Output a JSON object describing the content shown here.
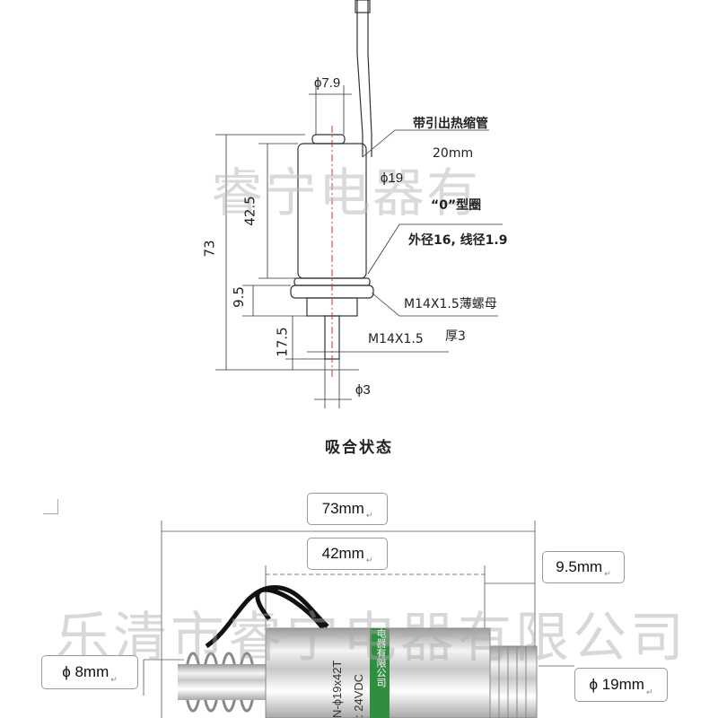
{
  "top_drawing": {
    "dims": {
      "d_79": "ϕ7.9",
      "d_19": "ϕ19",
      "len_425": "42.5",
      "len_73": "73",
      "len_95": "9.5",
      "len_175": "17.5",
      "thread": "M14X1.5",
      "d_3": "ϕ3"
    },
    "callouts": {
      "lead": "带引出热缩管",
      "lead_len": "20mm",
      "oring": "“0”型圈",
      "oring_size": "外径16, 线径1.9",
      "nut": "M14X1.5薄螺母",
      "nut_thickness": "厚3"
    },
    "watermark": "睿宁电器有",
    "caption": "吸合状态"
  },
  "photo": {
    "labels": {
      "total_length": "73mm",
      "body_length": "42mm",
      "thread_length": "9.5mm",
      "plunger_diameter": "ϕ 8mm",
      "body_diameter": "ϕ 19mm"
    },
    "body_print": "N-ϕ19x42T",
    "voltage_print": ": 24VDC",
    "company_stripe": "电器有限公司",
    "watermark": "乐清市睿宁电器有限公司"
  },
  "colors": {
    "line": "#333333",
    "centerline": "#cc3333",
    "watermark": "#bdbdbd",
    "label_border": "#9a9a9a",
    "company_stripe": "#2f8f3f"
  }
}
